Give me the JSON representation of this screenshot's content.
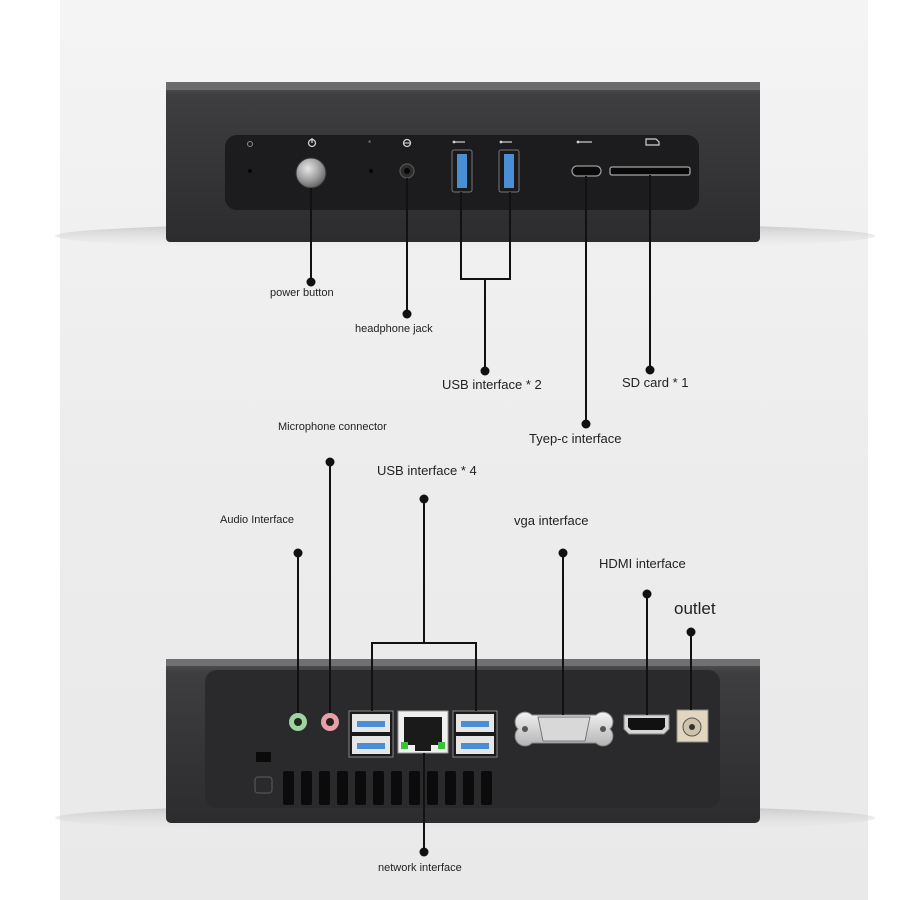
{
  "labels": {
    "power_button": "power button",
    "headphone_jack": "headphone jack",
    "usb_front": "USB interface * 2",
    "sd_card": "SD card * 1",
    "type_c": "Tyep-c interface",
    "microphone": "Microphone connector",
    "usb_rear": "USB interface * 4",
    "audio": "Audio Interface",
    "vga": "vga interface",
    "hdmi": "HDMI interface",
    "outlet": "outlet",
    "network": "network interface"
  },
  "colors": {
    "case": "#3d3d3f",
    "panel": "#1c1c1e",
    "usb_blue": "#4a8fd6",
    "mic_pink": "#e8a0a8",
    "audio_green": "#9fd39f",
    "leader_line": "#111111"
  },
  "icons": [
    "power-icon",
    "headphone-icon",
    "usb-icon",
    "sd-card-icon",
    "lock-slot-icon"
  ]
}
